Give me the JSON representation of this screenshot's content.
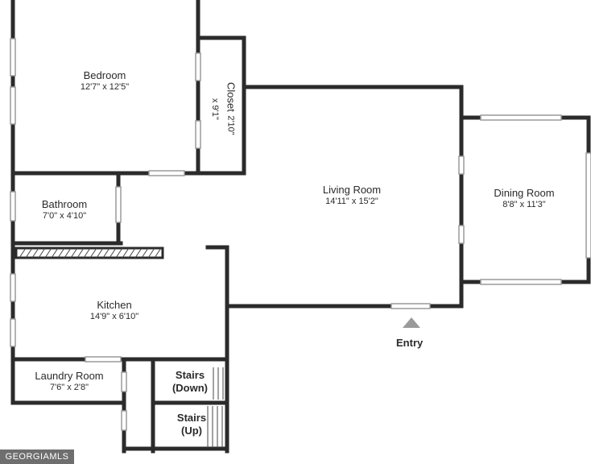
{
  "rooms": {
    "bedroom": {
      "name": "Bedroom",
      "dim": "12'7\" x 12'5\""
    },
    "closet": {
      "name": "Closet",
      "dim": "2'10\" x 9'1\""
    },
    "living_room": {
      "name": "Living Room",
      "dim": "14'11\" x 15'2\""
    },
    "dining_room": {
      "name": "Dining Room",
      "dim": "8'8\" x 11'3\""
    },
    "bathroom": {
      "name": "Bathroom",
      "dim": "7'0\" x 4'10\""
    },
    "kitchen": {
      "name": "Kitchen",
      "dim": "14'9\" x 6'10\""
    },
    "laundry_room": {
      "name": "Laundry Room",
      "dim": "7'6\" x 2'8\""
    },
    "stairs_down": {
      "name": "Stairs",
      "sub": "(Down)"
    },
    "stairs_up": {
      "name": "Stairs",
      "sub": "(Up)"
    }
  },
  "entry_label": "Entry",
  "watermark": "GEORGIAMLS",
  "colors": {
    "wall": "#2b2b2b",
    "window": "#9a9a9a",
    "background": "#ffffff"
  }
}
